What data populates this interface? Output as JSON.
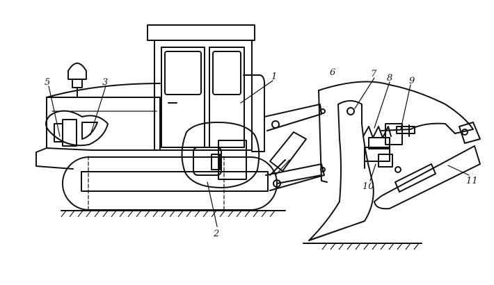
{
  "callouts": [
    {
      "id": "1",
      "text": "1"
    },
    {
      "id": "2",
      "text": "2"
    },
    {
      "id": "3",
      "text": "3"
    },
    {
      "id": "5",
      "text": "5"
    },
    {
      "id": "6",
      "text": "6"
    },
    {
      "id": "7",
      "text": "7"
    },
    {
      "id": "8",
      "text": "8"
    },
    {
      "id": "9",
      "text": "9"
    },
    {
      "id": "10",
      "text": "10"
    },
    {
      "id": "11",
      "text": "11"
    }
  ]
}
